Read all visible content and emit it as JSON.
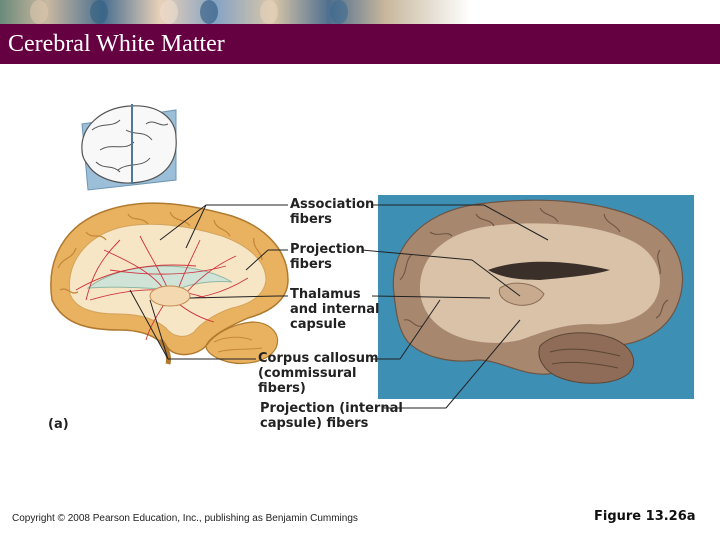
{
  "slide": {
    "title": "Cerebral White Matter",
    "copyright": "Copyright © 2008 Pearson Education, Inc., publishing as Benjamin Cummings",
    "figure_number": "Figure 13.26a",
    "colors": {
      "title_bar": "#650041",
      "photo_background": "#3e8fb4"
    }
  },
  "figure": {
    "panel_label": "(a)",
    "labels": {
      "association": [
        "Association",
        "fibers"
      ],
      "projection": [
        "Projection",
        "fibers"
      ],
      "thalamus": [
        "Thalamus",
        "and internal",
        "capsule"
      ],
      "corpus_callosum": [
        "Corpus callosum",
        "(commissural",
        "fibers)"
      ],
      "projection_internal": [
        "Projection (internal",
        "capsule) fibers"
      ]
    }
  }
}
